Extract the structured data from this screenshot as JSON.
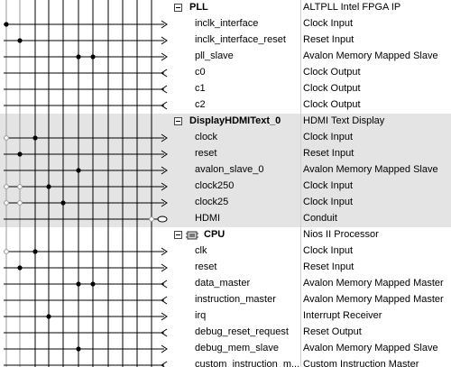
{
  "rows": [
    {
      "type": "group",
      "name": "PLL",
      "desc": "ALTPLL Intel FPGA IP",
      "highlight": false
    },
    {
      "type": "port",
      "name": "inclk_interface",
      "desc": "Clock Input",
      "highlight": false
    },
    {
      "type": "port",
      "name": "inclk_interface_reset",
      "desc": "Reset Input",
      "highlight": false
    },
    {
      "type": "port",
      "name": "pll_slave",
      "desc": "Avalon Memory Mapped Slave",
      "highlight": false
    },
    {
      "type": "port",
      "name": "c0",
      "desc": "Clock Output",
      "highlight": false
    },
    {
      "type": "port",
      "name": "c1",
      "desc": "Clock Output",
      "highlight": false
    },
    {
      "type": "port",
      "name": "c2",
      "desc": "Clock Output",
      "highlight": false
    },
    {
      "type": "group",
      "name": "DisplayHDMIText_0",
      "desc": "HDMI Text Display",
      "highlight": true
    },
    {
      "type": "port",
      "name": "clock",
      "desc": "Clock Input",
      "highlight": true
    },
    {
      "type": "port",
      "name": "reset",
      "desc": "Reset Input",
      "highlight": true
    },
    {
      "type": "port",
      "name": "avalon_slave_0",
      "desc": "Avalon Memory Mapped Slave",
      "highlight": true
    },
    {
      "type": "port",
      "name": "clock250",
      "desc": "Clock Input",
      "highlight": true
    },
    {
      "type": "port",
      "name": "clock25",
      "desc": "Clock Input",
      "highlight": true
    },
    {
      "type": "port",
      "name": "HDMI",
      "desc": "Conduit",
      "highlight": true
    },
    {
      "type": "group",
      "name": "CPU",
      "desc": "Nios II Processor",
      "highlight": false,
      "icon": "cpu-chip-icon"
    },
    {
      "type": "port",
      "name": "clk",
      "desc": "Clock Input",
      "highlight": false
    },
    {
      "type": "port",
      "name": "reset",
      "desc": "Reset Input",
      "highlight": false
    },
    {
      "type": "port",
      "name": "data_master",
      "desc": "Avalon Memory Mapped Master",
      "highlight": false
    },
    {
      "type": "port",
      "name": "instruction_master",
      "desc": "Avalon Memory Mapped Master",
      "highlight": false
    },
    {
      "type": "port",
      "name": "irq",
      "desc": "Interrupt Receiver",
      "highlight": false
    },
    {
      "type": "port",
      "name": "debug_reset_request",
      "desc": "Reset Output",
      "highlight": false
    },
    {
      "type": "port",
      "name": "debug_mem_slave",
      "desc": "Avalon Memory Mapped Slave",
      "highlight": false
    },
    {
      "type": "port",
      "name": "custom_instruction_m...",
      "desc": "Custom Instruction Master",
      "highlight": false
    }
  ],
  "colors": {
    "row_highlight": "#e4e4e4",
    "wire": "#000000",
    "wire_faint": "#9a9a9a"
  }
}
